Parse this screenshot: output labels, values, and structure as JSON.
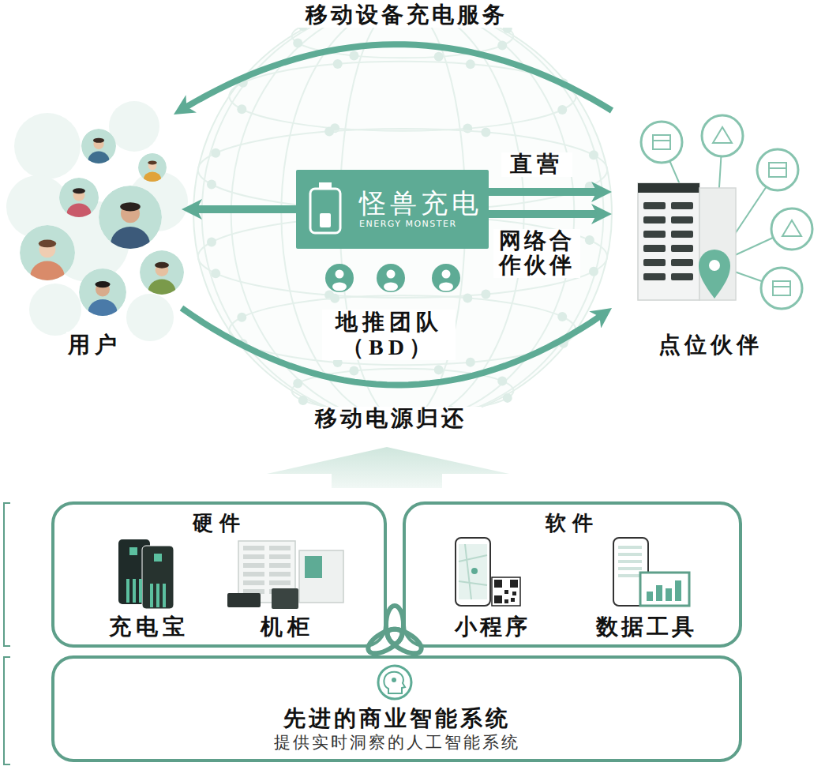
{
  "diagram": {
    "nodes": [
      {
        "text": [
          "用户"
        ]
      },
      {
        "text": [
          "怪兽充电",
          "ENERGY MONSTER"
        ]
      },
      {
        "text": [
          "点位伙伴"
        ]
      },
      {
        "text": [
          "地推团队 （BD）"
        ]
      },
      {
        "text": [
          "硬件"
        ]
      },
      {
        "text": [
          "充电宝"
        ],
        "in": 4
      },
      {
        "text": [
          "机柜"
        ],
        "in": 4
      },
      {
        "text": [
          "软件"
        ]
      },
      {
        "text": [
          "小程序"
        ],
        "in": 7
      },
      {
        "text": [
          "数据工具"
        ],
        "in": 7
      },
      {
        "text": [
          "先进的商业智能系统",
          "提供实时洞察的人工智能系统"
        ]
      }
    ],
    "edges": [
      {
        "from": 2,
        "to": 0,
        "label": "移动设备充电服务",
        "arrow": "to"
      },
      {
        "from": 1,
        "to": 0,
        "arrow": "to"
      },
      {
        "from": 1,
        "to": 2,
        "label": "直营",
        "arrow": "to"
      },
      {
        "from": 1,
        "to": 2,
        "label": "网络合作伙伴",
        "arrow": "to"
      },
      {
        "from": 0,
        "to": 2,
        "label": "移动电源归还",
        "arrow": "to"
      }
    ]
  }
}
